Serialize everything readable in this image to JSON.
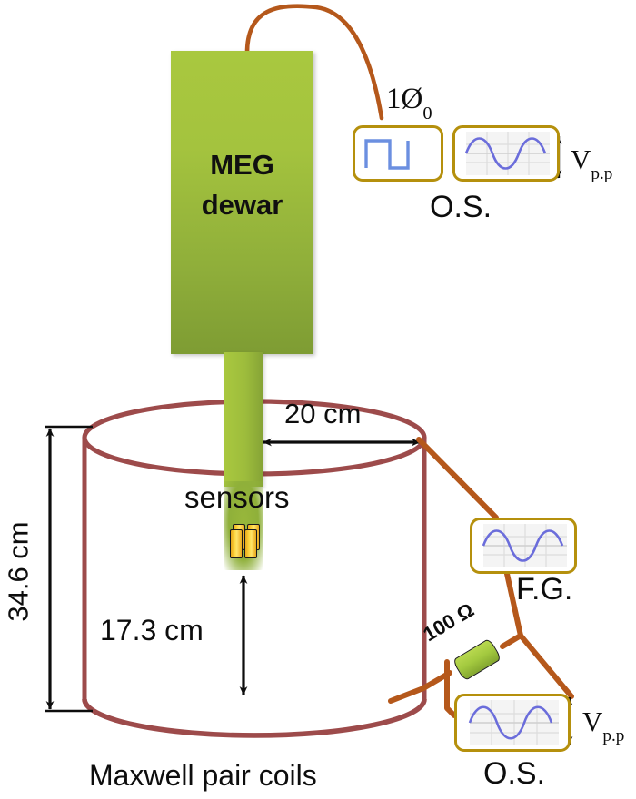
{
  "figure": {
    "caption": "Maxwell pair coils"
  },
  "dewar": {
    "line1": "MEG",
    "line2": "dewar"
  },
  "labels": {
    "sensors": "sensors",
    "diameter": "20  cm",
    "coil_height": "34.6 cm",
    "sensor_height": "17.3  cm",
    "resistor": "100 Ω",
    "phase": "1Ø",
    "phase_sub": "0",
    "fg": "F.G.",
    "os_top": "O.S.",
    "os_bottom": "O.S.",
    "vpp_top": "V",
    "vpp_top_sub": "p.p",
    "vpp_bottom": "V",
    "vpp_bottom_sub": "p.p"
  },
  "colors": {
    "dewar_green": "#a4c33e",
    "coil_red": "#9d4b4b",
    "wire_orange": "#b5581b",
    "instrument_border": "#b5900d",
    "trace_blue": "#6b6ddb",
    "sensor_yellow": "#fdd640",
    "resistor_green": "#a3c93f",
    "text_black": "#0d0d0d"
  },
  "icons": {
    "square_wave": "square-wave-icon",
    "sine_wave": "sine-wave-icon",
    "sensor_cylinder": "sensor-cylinder-icon",
    "resistor": "resistor-icon",
    "arrow_double": "double-arrow-icon"
  }
}
